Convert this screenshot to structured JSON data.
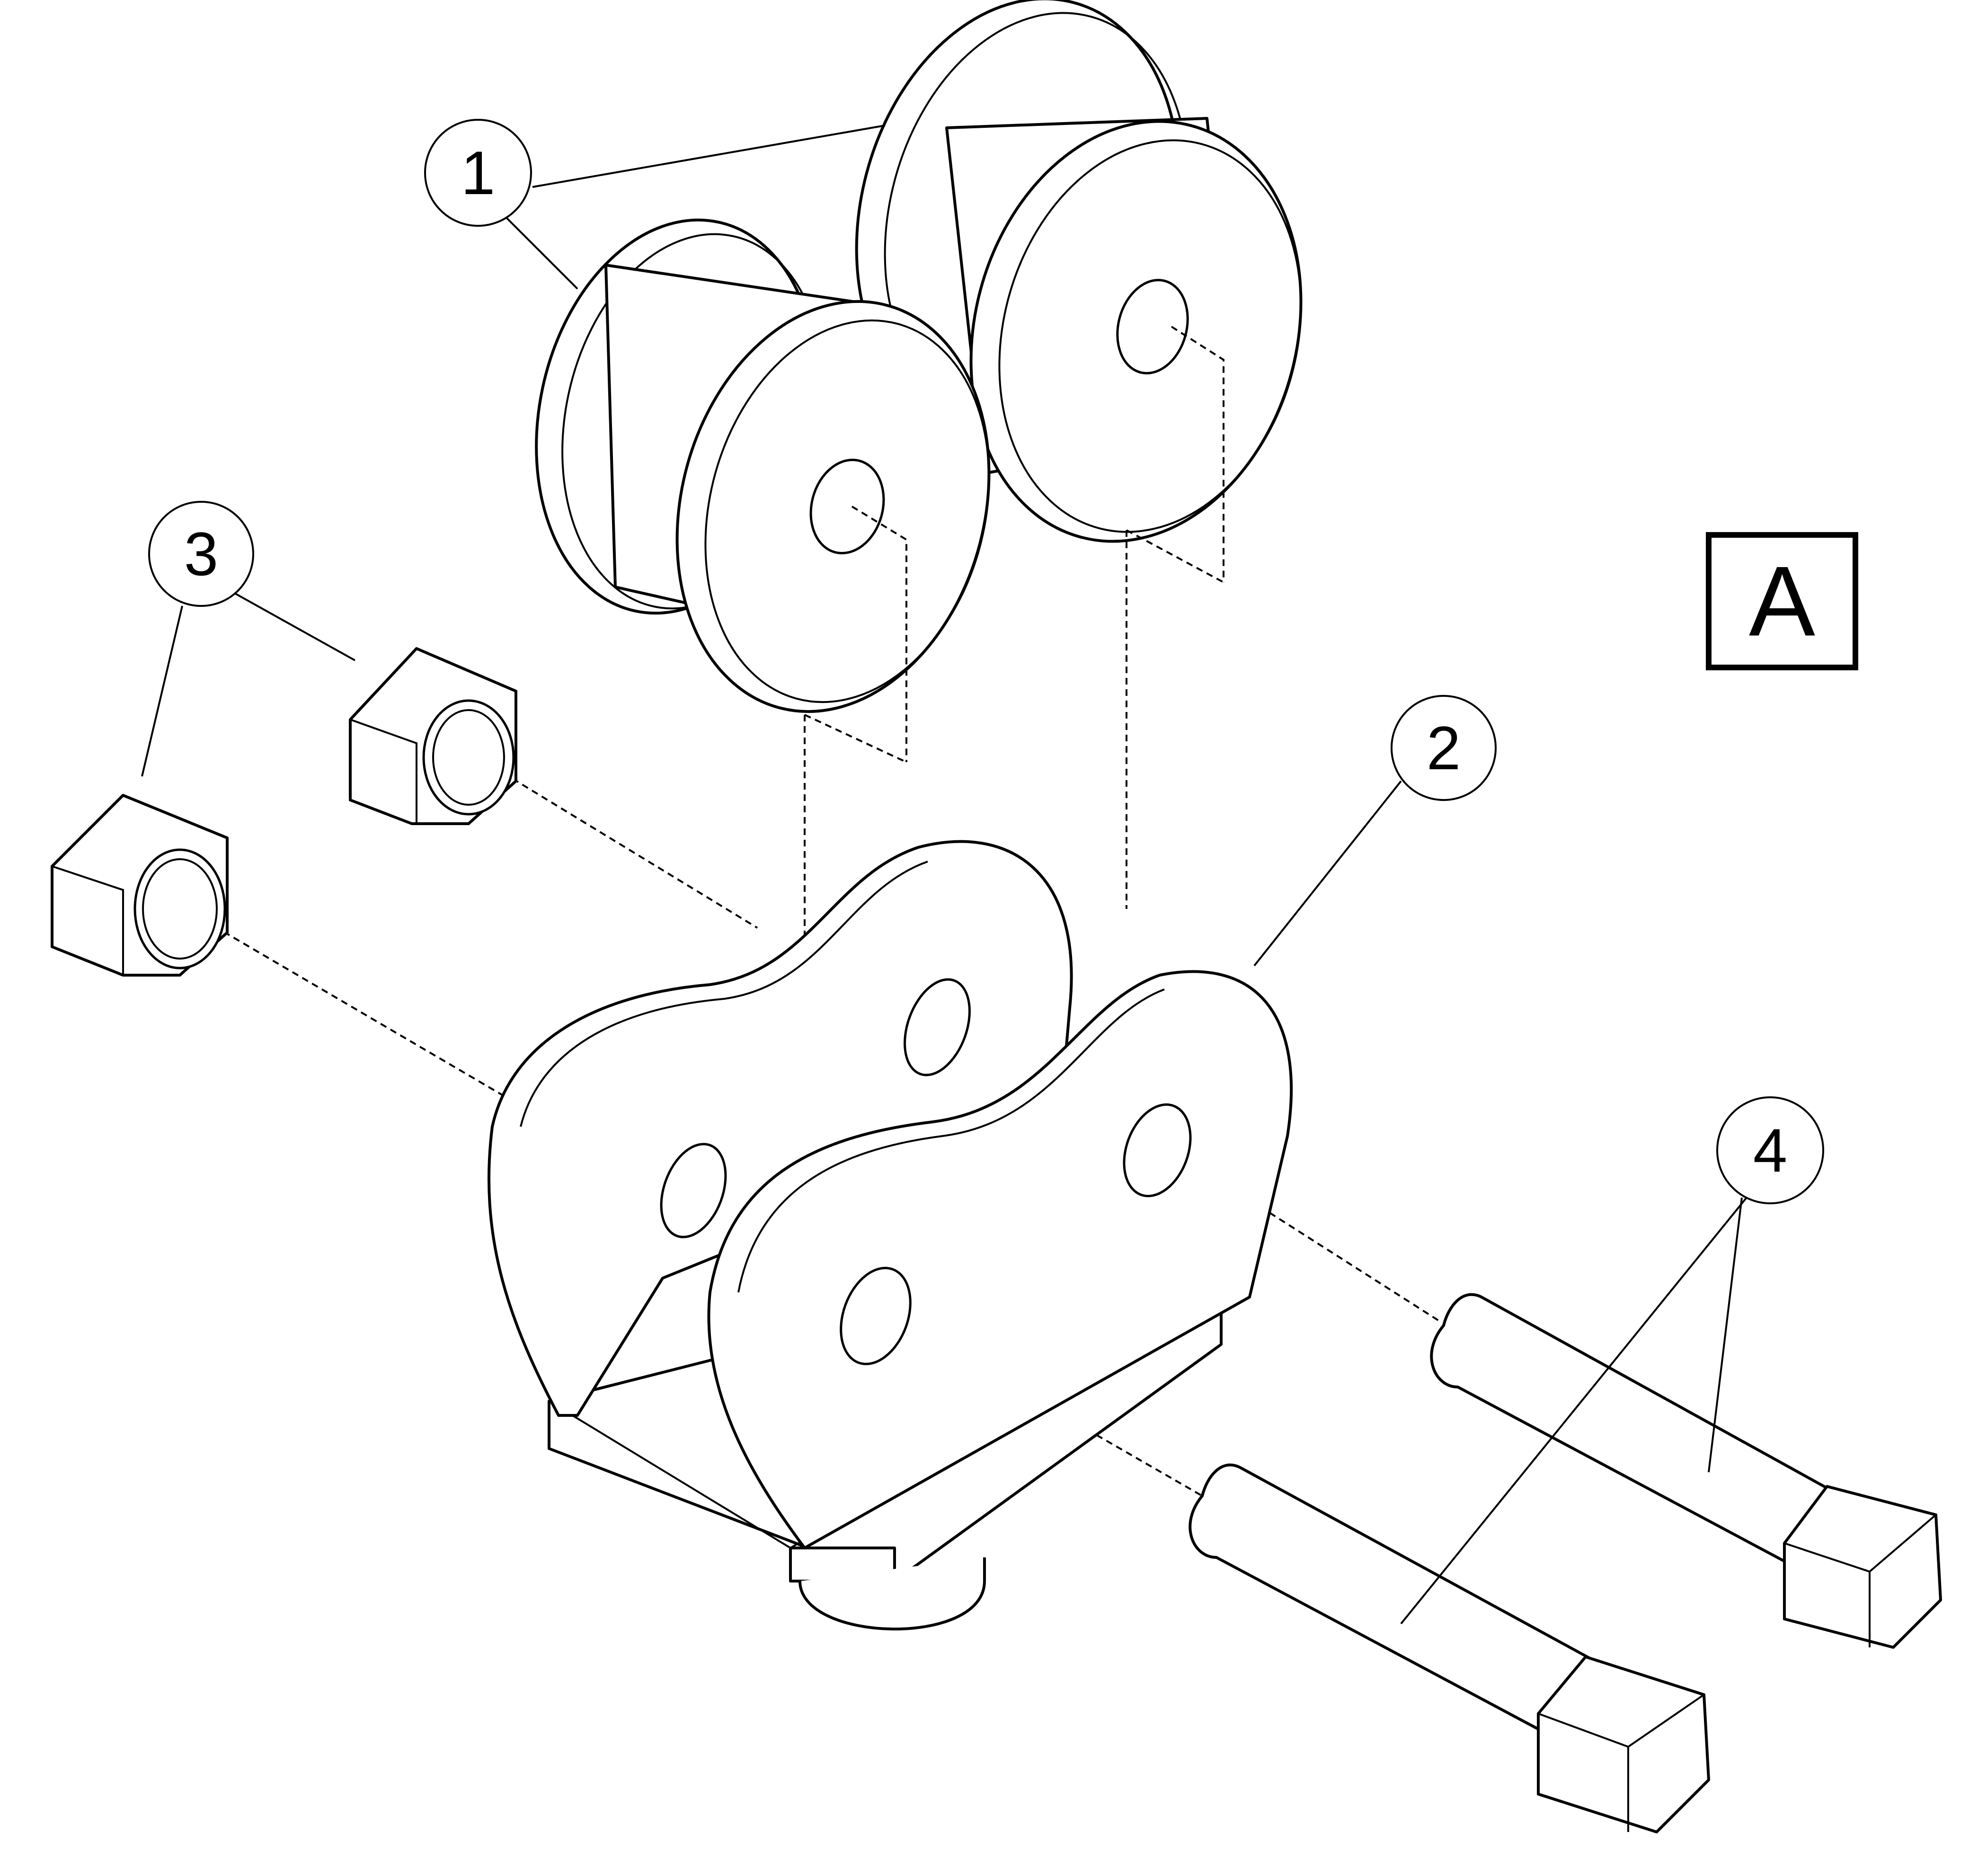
{
  "diagram": {
    "view_label": "A",
    "callouts": [
      {
        "id": "1",
        "text": "1"
      },
      {
        "id": "2",
        "text": "2"
      },
      {
        "id": "3",
        "text": "3"
      },
      {
        "id": "4",
        "text": "4"
      }
    ],
    "colors": {
      "line": "#000000",
      "background": "#ffffff"
    }
  }
}
